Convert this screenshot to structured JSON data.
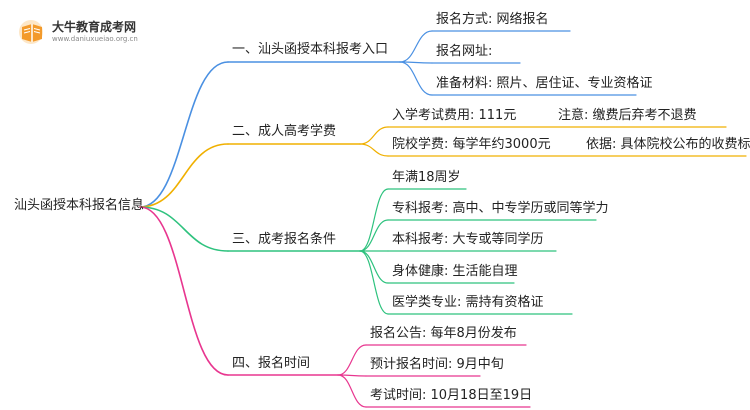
{
  "logo": {
    "title": "大牛教育成考网",
    "url": "www.daniuxueiao.org.cn"
  },
  "root": "汕头函授本科报名信息",
  "branches": [
    {
      "id": "b1",
      "label": "一、汕头函授本科报考入口",
      "color": "#4a90e2",
      "items": [
        {
          "text": "报名方式: 网络报名"
        },
        {
          "text": "报名网址:"
        },
        {
          "text": "准备材料: 照片、居住证、专业资格证"
        }
      ]
    },
    {
      "id": "b2",
      "label": "二、成人高考学费",
      "color": "#f0b000",
      "items": [
        {
          "text": "入学考试费用: 111元",
          "note": "注意: 缴费后弃考不退费"
        },
        {
          "text": "院校学费: 每学年约3000元",
          "note": "依据: 具体院校公布的收费标准"
        }
      ]
    },
    {
      "id": "b3",
      "label": "三、成考报名条件",
      "color": "#2ec27e",
      "items": [
        {
          "text": "年满18周岁"
        },
        {
          "text": "专科报考: 高中、中专学历或同等学力"
        },
        {
          "text": "本科报考: 大专或等同学历"
        },
        {
          "text": "身体健康: 生活能自理"
        },
        {
          "text": "医学类专业: 需持有资格证"
        }
      ]
    },
    {
      "id": "b4",
      "label": "四、报名时间",
      "color": "#e8368f",
      "items": [
        {
          "text": "报名公告: 每年8月份发布"
        },
        {
          "text": "预计报名时间: 9月中旬"
        },
        {
          "text": "考试时间: 10月18日至19日"
        }
      ]
    }
  ]
}
